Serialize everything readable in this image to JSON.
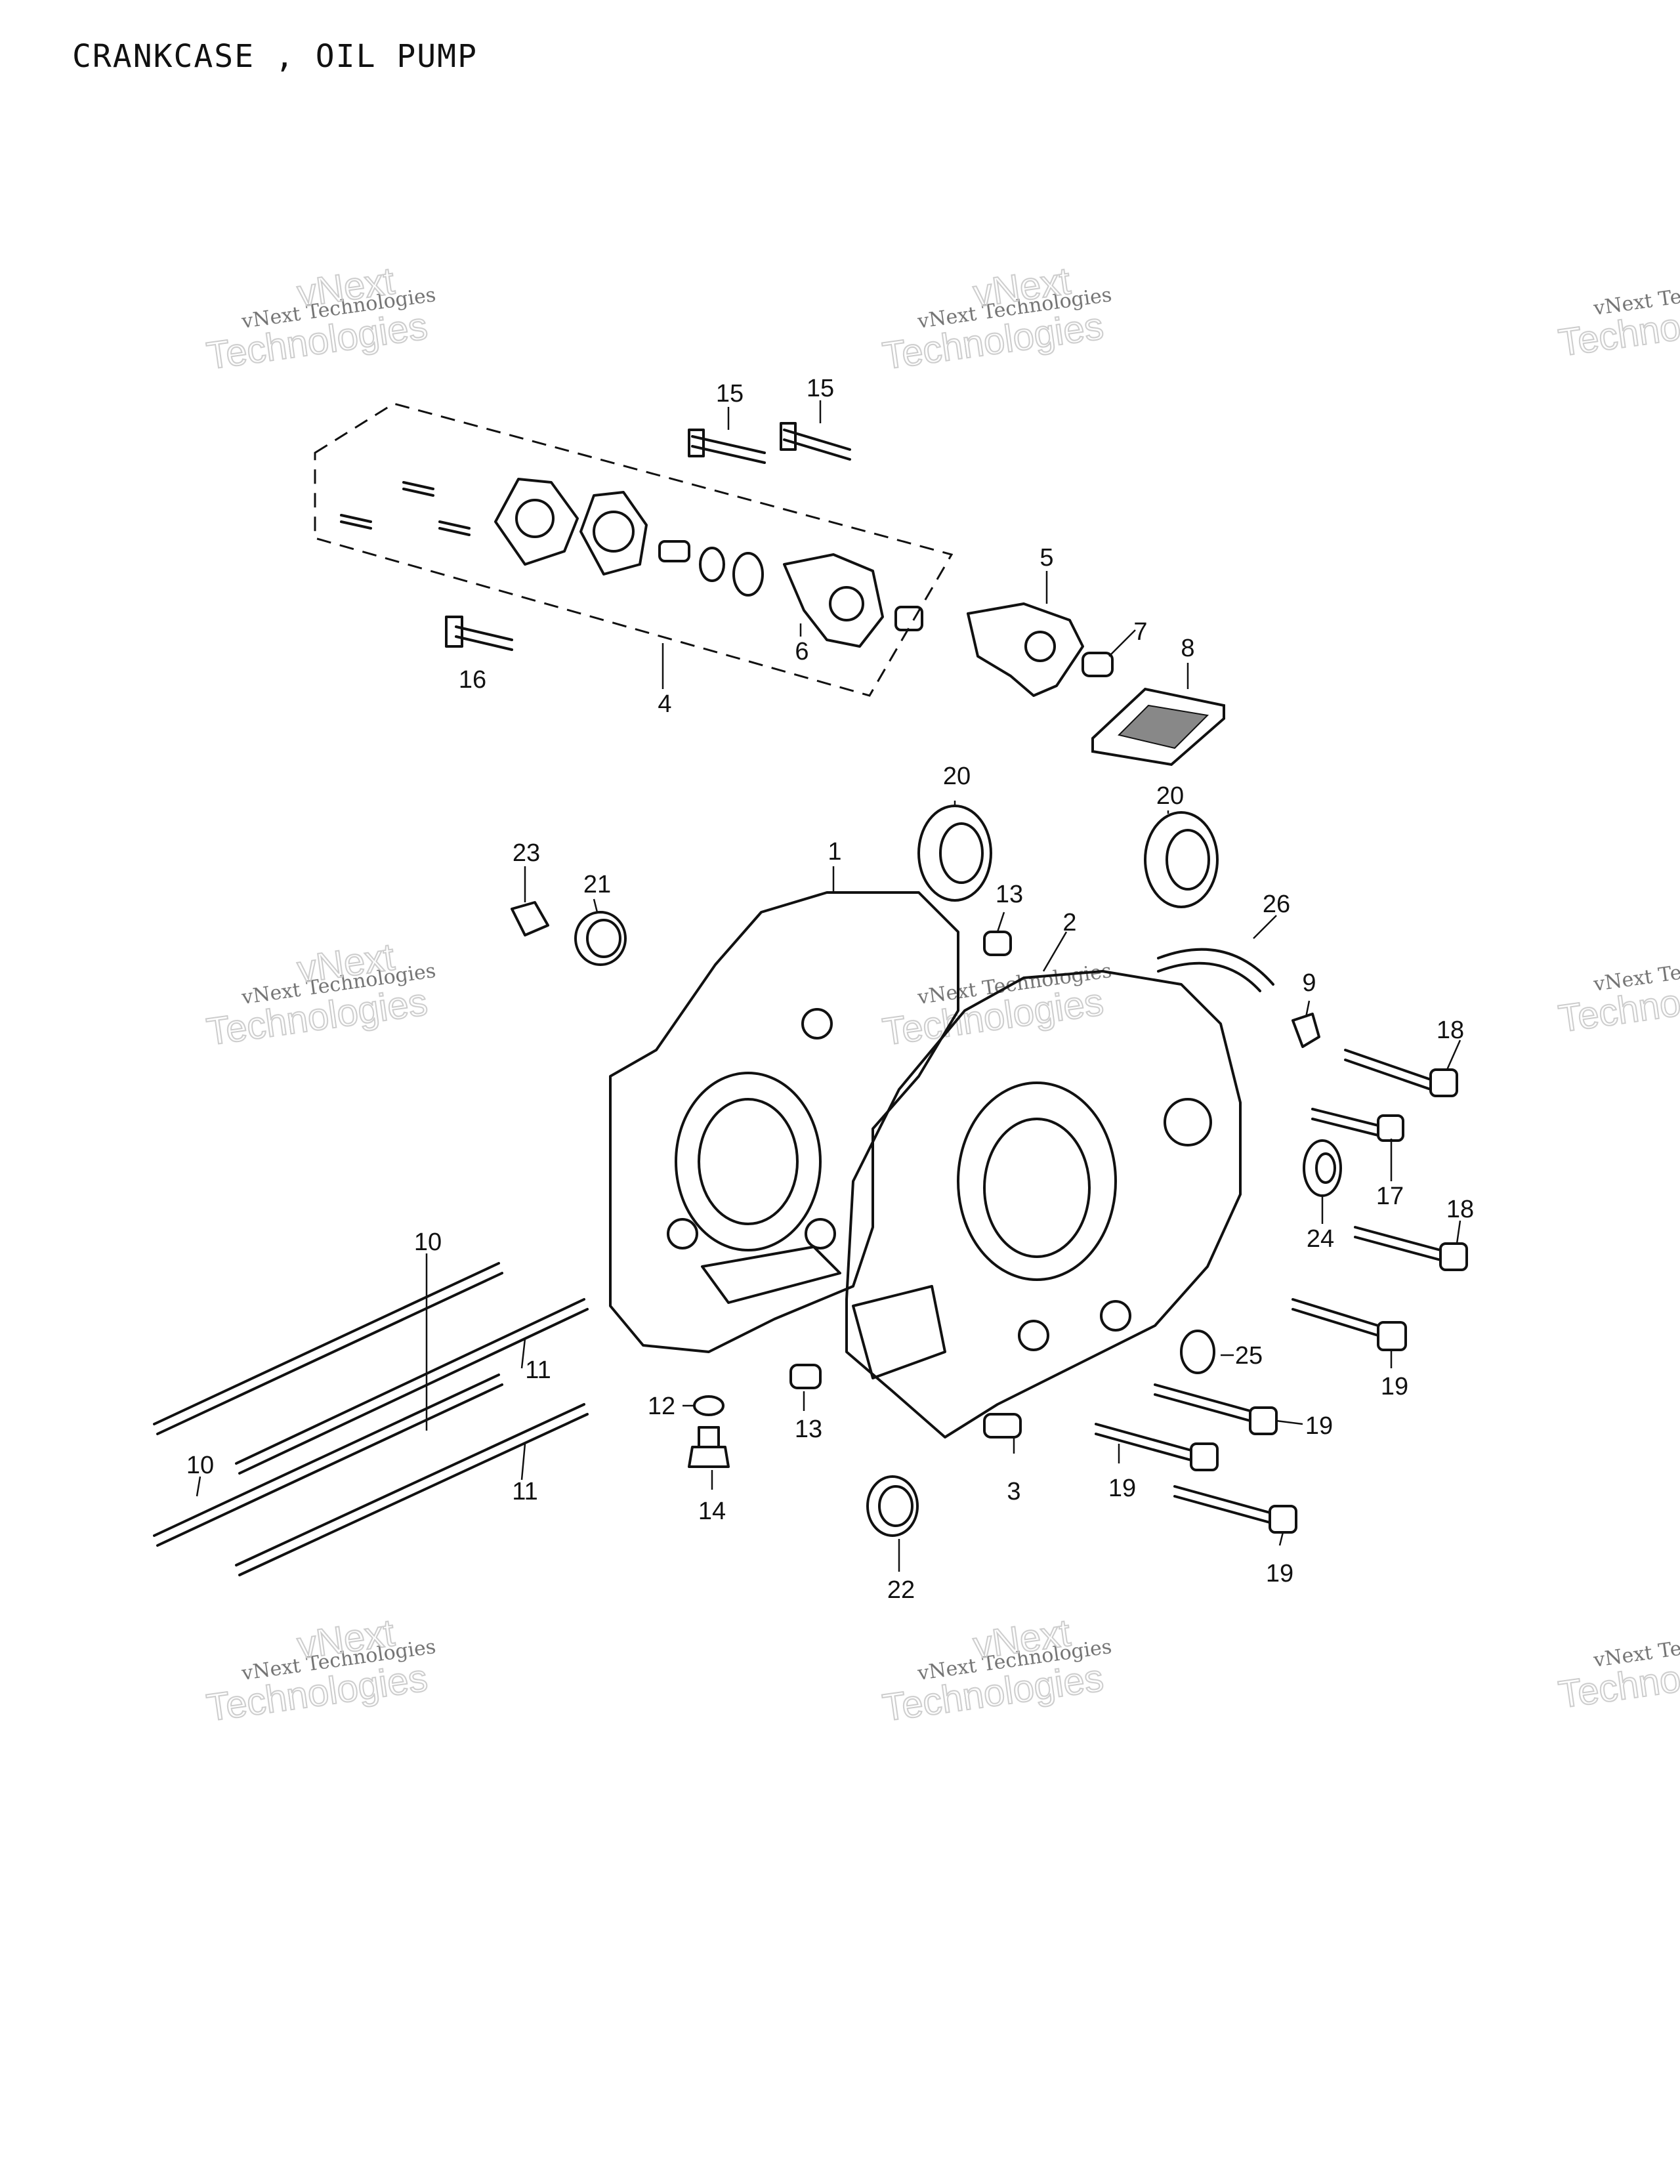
{
  "title": "CRANKCASE , OIL PUMP",
  "watermark": {
    "line1": "vNext Technologies",
    "line2": "vNext",
    "line3": "Technologies"
  },
  "callouts": {
    "c1": "1",
    "c2": "2",
    "c3": "3",
    "c4": "4",
    "c5": "5",
    "c6": "6",
    "c7": "7",
    "c8": "8",
    "c9": "9",
    "c10a": "10",
    "c10b": "10",
    "c11a": "11",
    "c11b": "11",
    "c12": "12",
    "c13a": "13",
    "c13b": "13",
    "c14": "14",
    "c15a": "15",
    "c15b": "15",
    "c16": "16",
    "c17": "17",
    "c18a": "18",
    "c18b": "18",
    "c19a": "19",
    "c19b": "19",
    "c19c": "19",
    "c19d": "19",
    "c20a": "20",
    "c20b": "20",
    "c21": "21",
    "c22": "22",
    "c23": "23",
    "c24": "24",
    "c25": "25",
    "c26": "26"
  }
}
